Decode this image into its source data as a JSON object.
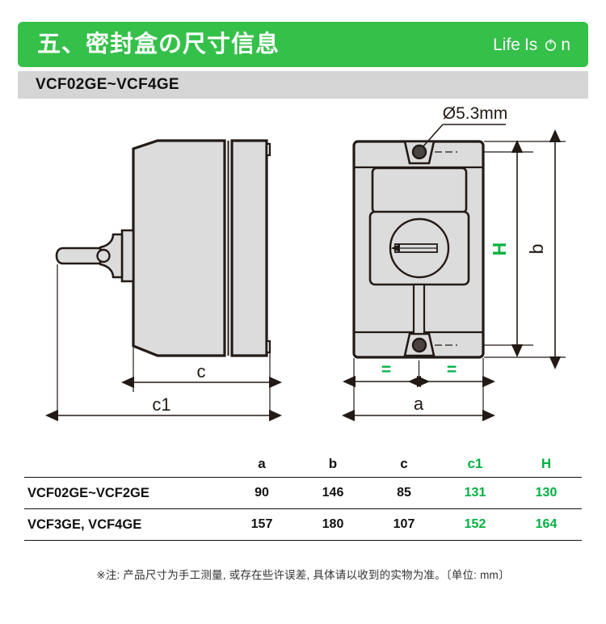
{
  "header": {
    "title": "五、密封盒の尺寸信息",
    "slogan_life": "Life",
    "slogan_is": "Is",
    "slogan_n": "n",
    "power_icon": "power-symbol-icon",
    "bg_color": "#35c04a"
  },
  "subtitle": {
    "text": "VCF02GE~VCF4GE",
    "bg_color": "#d5d5d5"
  },
  "drawing": {
    "hole_label": "Ø5.3mm",
    "side_view": {
      "dim_c": "c",
      "dim_c1": "c1"
    },
    "front_view": {
      "dim_a": "a",
      "dim_b": "b",
      "dim_H": "H",
      "equal_left": "=",
      "equal_right": "="
    },
    "accent_color": "#00b140",
    "line_color": "#231a16",
    "fill_color": "#dcdcdc"
  },
  "table": {
    "headers": [
      {
        "label": "",
        "green": false
      },
      {
        "label": "a",
        "green": false
      },
      {
        "label": "b",
        "green": false
      },
      {
        "label": "c",
        "green": false
      },
      {
        "label": "c1",
        "green": true
      },
      {
        "label": "H",
        "green": true
      }
    ],
    "rows": [
      {
        "name": "VCF02GE~VCF2GE",
        "a": "90",
        "b": "146",
        "c": "85",
        "c1": "131",
        "H": "130"
      },
      {
        "name": "VCF3GE, VCF4GE",
        "a": "157",
        "b": "180",
        "c": "107",
        "c1": "152",
        "H": "164"
      }
    ]
  },
  "footnote": {
    "text": "※注: 产品尺寸为手工测量, 或存在些许误差, 具体请以收到的实物为准。〔单位: mm〕"
  }
}
